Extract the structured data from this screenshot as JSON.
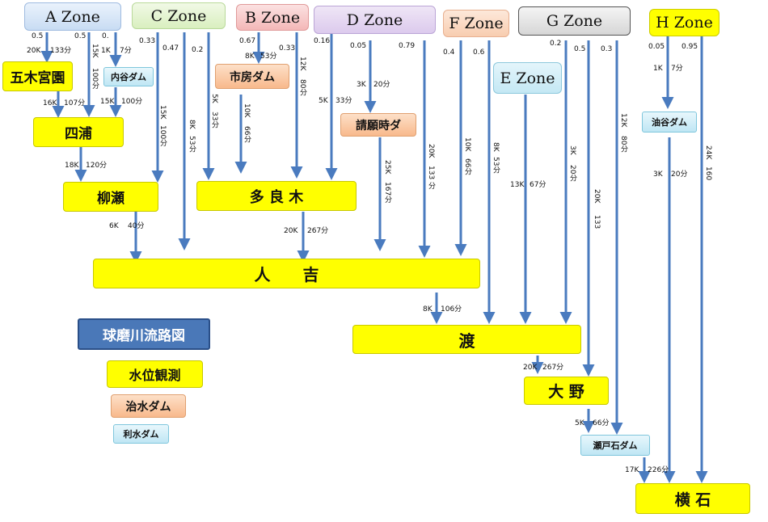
{
  "colors": {
    "arrow": "#4a7bbf",
    "station": "#ffff00",
    "flood_dam": "#f8b98c",
    "water_dam": "#bfe6f4",
    "legend_title": "#4a78b8"
  },
  "zones": {
    "A": "A Zone",
    "B": "B Zone",
    "C": "C Zone",
    "D": "D Zone",
    "E": "E Zone",
    "F": "F Zone",
    "G": "G Zone",
    "H": "H Zone"
  },
  "stations": {
    "gokinomiya": "五木宮園",
    "yotsuura": "四浦",
    "yanase": "柳瀬",
    "tara": "多 良 木",
    "hitoyoshi": "人　　吉",
    "watari": "渡",
    "ono": "大 野",
    "yokoishi": "横 石"
  },
  "flood_dams": {
    "ichifusa": "市房ダム",
    "seigan": "請願時ダ"
  },
  "water_dams": {
    "uchitani": "内谷ダム",
    "yutani": "油谷ダム",
    "setoishi": "瀬戸石ダム"
  },
  "legend": {
    "title": "球磨川流路図",
    "water_level": "水位観測",
    "flood_dam": "治水ダム",
    "water_dam": "利水ダム"
  },
  "edge_labels": [
    {
      "id": "a1-coef",
      "text": "0.5"
    },
    {
      "id": "a1-dist",
      "text": "20K"
    },
    {
      "id": "a1-time",
      "text": "133分"
    },
    {
      "id": "a2-coef",
      "text": "0.5"
    },
    {
      "id": "a2-dist",
      "text": "15K"
    },
    {
      "id": "a2-time",
      "text": "100分"
    },
    {
      "id": "a3-coef",
      "text": "0."
    },
    {
      "id": "a3-dist",
      "text": "1K"
    },
    {
      "id": "a3-time",
      "text": "7分"
    },
    {
      "id": "gy-dist",
      "text": "16K"
    },
    {
      "id": "gy-time",
      "text": "107分"
    },
    {
      "id": "uy-dist",
      "text": "15K"
    },
    {
      "id": "uy-time",
      "text": "100分"
    },
    {
      "id": "yy-dist",
      "text": "18K"
    },
    {
      "id": "yy-time",
      "text": "120分"
    },
    {
      "id": "c1-coef",
      "text": "0.33"
    },
    {
      "id": "c1-dist",
      "text": "15K"
    },
    {
      "id": "c1-time",
      "text": "100分"
    },
    {
      "id": "c2-coef",
      "text": "0.47"
    },
    {
      "id": "c2-dist",
      "text": "8K"
    },
    {
      "id": "c2-time",
      "text": "53分"
    },
    {
      "id": "c3-coef",
      "text": "0.2"
    },
    {
      "id": "c3-dist",
      "text": "5K"
    },
    {
      "id": "c3-time",
      "text": "33分"
    },
    {
      "id": "b1-coef",
      "text": "0.67"
    },
    {
      "id": "b1-dist",
      "text": "8K"
    },
    {
      "id": "b1-time",
      "text": "53分"
    },
    {
      "id": "b2-coef",
      "text": "0.33"
    },
    {
      "id": "b2-dist",
      "text": "12K"
    },
    {
      "id": "b2-time",
      "text": "80分"
    },
    {
      "id": "it-dist",
      "text": "10K"
    },
    {
      "id": "it-time",
      "text": "66分"
    },
    {
      "id": "d1-coef",
      "text": "0.16"
    },
    {
      "id": "d1-dist",
      "text": "5K"
    },
    {
      "id": "d1-time",
      "text": "33分"
    },
    {
      "id": "d2-coef",
      "text": "0.05"
    },
    {
      "id": "d2-dist",
      "text": "3K"
    },
    {
      "id": "d2-time",
      "text": "20分"
    },
    {
      "id": "d3-coef",
      "text": "0.79"
    },
    {
      "id": "d3-dist",
      "text": "20K"
    },
    {
      "id": "d3-time",
      "text": "133 分"
    },
    {
      "id": "sh-dist",
      "text": "25K"
    },
    {
      "id": "sh-time",
      "text": "167分"
    },
    {
      "id": "yh-dist",
      "text": "6K"
    },
    {
      "id": "yh-time",
      "text": "40分"
    },
    {
      "id": "th-dist",
      "text": "20K"
    },
    {
      "id": "th-time",
      "text": "267分"
    },
    {
      "id": "f1-coef",
      "text": "0.4"
    },
    {
      "id": "f1-dist",
      "text": "10K"
    },
    {
      "id": "f1-time",
      "text": "66分"
    },
    {
      "id": "f2-coef",
      "text": "0.6"
    },
    {
      "id": "f2-dist",
      "text": "8K"
    },
    {
      "id": "f2-time",
      "text": "53分"
    },
    {
      "id": "e-dist",
      "text": "13K"
    },
    {
      "id": "e-time",
      "text": "67分"
    },
    {
      "id": "hw-dist",
      "text": "8K"
    },
    {
      "id": "hw-time",
      "text": "106分"
    },
    {
      "id": "g1-coef",
      "text": "0.2"
    },
    {
      "id": "g1-dist",
      "text": "3K"
    },
    {
      "id": "g1-time",
      "text": "20分"
    },
    {
      "id": "g2-coef",
      "text": "0.5"
    },
    {
      "id": "g2-dist",
      "text": "20K"
    },
    {
      "id": "g2-time",
      "text": "133"
    },
    {
      "id": "g3-coef",
      "text": "0.3"
    },
    {
      "id": "g3-dist",
      "text": "12K"
    },
    {
      "id": "g3-time",
      "text": "80分"
    },
    {
      "id": "wo-dist",
      "text": "20K"
    },
    {
      "id": "wo-time",
      "text": "267分"
    },
    {
      "id": "os-dist",
      "text": "5K"
    },
    {
      "id": "os-time",
      "text": "66分"
    },
    {
      "id": "sy-dist",
      "text": "17K"
    },
    {
      "id": "sy-time",
      "text": "226分"
    },
    {
      "id": "h1-coef",
      "text": "0.05"
    },
    {
      "id": "h1-dist",
      "text": "1K"
    },
    {
      "id": "h1-time",
      "text": "7分"
    },
    {
      "id": "h2-coef",
      "text": "0.95"
    },
    {
      "id": "h2-dist",
      "text": "24K"
    },
    {
      "id": "h2-time",
      "text": "160"
    },
    {
      "id": "yt-dist",
      "text": "3K"
    },
    {
      "id": "yt-time",
      "text": "20分"
    }
  ]
}
